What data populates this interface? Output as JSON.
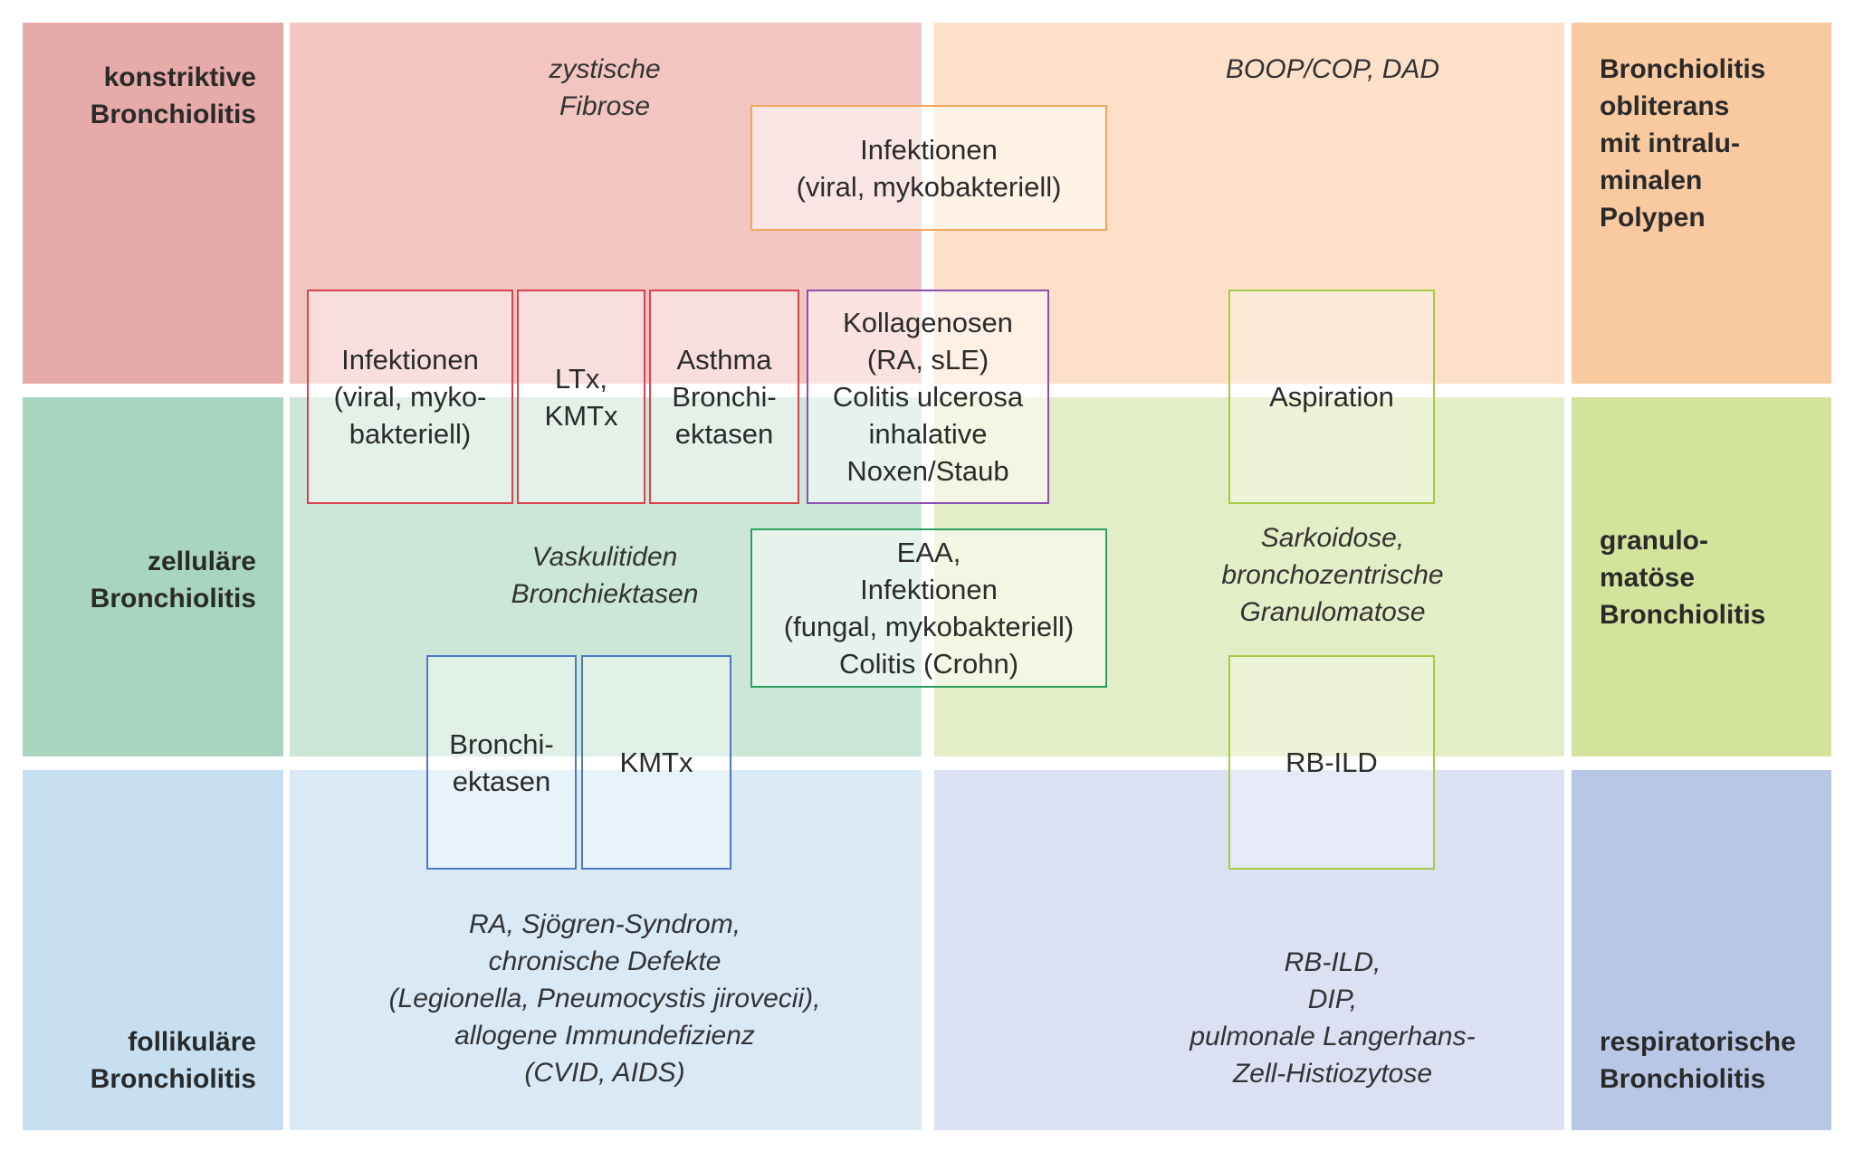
{
  "colors": {
    "konstriktiv_label": "#e6aaa8",
    "konstriktiv_area": "#f2c5c1",
    "zellulaer_label": "#a7d5bf",
    "zellulaer_area": "#cce6d8",
    "follikulaer_label": "#c6e0f1",
    "follikulaer_area": "#d9e9f6",
    "boop_label": "#f9c9a0",
    "boop_area": "#fde0c8",
    "granulo_label": "#d3e39b",
    "granulo_area": "#e4eec6",
    "resp_label": "#b9c7e6",
    "resp_area": "#dbe0f3",
    "red_border": "#d9434f",
    "orange_border": "#f2a55c",
    "purple_border": "#8a4fb0",
    "green_border": "#2aa05c",
    "lime_border": "#a6cc45",
    "blue_border": "#4a7cc1"
  },
  "labels": {
    "konstriktive": [
      "konstriktive",
      "Bronchiolitis"
    ],
    "zellulaere": [
      "zelluläre",
      "Bronchiolitis"
    ],
    "follikulaere": [
      "follikuläre",
      "Bronchiolitis"
    ],
    "obliterans": [
      "Bronchiolitis",
      "obliterans",
      "mit intralu-",
      "minalen",
      "Polypen"
    ],
    "granulomatoese": [
      "granulo-",
      "matöse",
      "Bronchiolitis"
    ],
    "respiratorische": [
      "respiratorische",
      "Bronchiolitis"
    ]
  },
  "notes": {
    "zystische": [
      "zystische",
      "Fibrose"
    ],
    "boop": [
      "BOOP/COP, DAD"
    ],
    "vaskulitiden": [
      "Vaskulitiden",
      "Bronchiektasen"
    ],
    "sarkoidose": [
      "Sarkoidose,",
      "bronchozentrische",
      "Granulomatose"
    ],
    "ra_sjoegren": [
      "RA, Sjögren-Syndrom,",
      "chronische Defekte",
      "(Legionella, Pneumocystis jirovecii),",
      "allogene Immundefizienz",
      "(CVID, AIDS)"
    ],
    "rb_ild": [
      "RB-ILD,",
      "DIP,",
      "pulmonale Langerhans-",
      "Zell-Histiozytose"
    ]
  },
  "boxes": {
    "infektionen_top": [
      "Infektionen",
      "(viral, mykobakteriell)"
    ],
    "infektionen_red": [
      "Infektionen",
      "(viral, myko-",
      "bakteriell)"
    ],
    "ltx": [
      "LTx,",
      "KMTx"
    ],
    "asthma": [
      "Asthma",
      "Bronchi-",
      "ektasen"
    ],
    "kollagenosen": [
      "Kollagenosen",
      "(RA, sLE)",
      "Colitis ulcerosa",
      "inhalative",
      "Noxen/Staub"
    ],
    "aspiration": [
      "Aspiration"
    ],
    "eaa": [
      "EAA,",
      "Infektionen",
      "(fungal, mykobakteriell)",
      "Colitis (Crohn)"
    ],
    "rb_ild_box": [
      "RB-ILD"
    ],
    "bronchiektasen_blue": [
      "Bronchi-",
      "ektasen"
    ],
    "kmtx_blue": [
      "KMTx"
    ]
  }
}
